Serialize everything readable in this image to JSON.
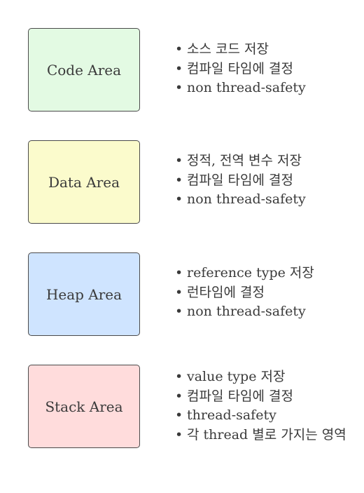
{
  "areas": [
    {
      "label": "Code Area",
      "color": "#e3fae3",
      "notes": [
        "소스 코드 저장",
        "컴파일 타임에 결정",
        "non thread-safety"
      ]
    },
    {
      "label": "Data Area",
      "color": "#fbfbcc",
      "notes": [
        "정적, 전역 변수 저장",
        "컴파일 타임에 결정",
        "non thread-safety"
      ]
    },
    {
      "label": "Heap Area",
      "color": "#cfe4ff",
      "notes": [
        "reference type 저장",
        "런타임에 결정",
        "non thread-safety"
      ]
    },
    {
      "label": "Stack Area",
      "color": "#ffdcdc",
      "notes": [
        "value type 저장",
        "컴파일 타임에 결정",
        "thread-safety",
        "각 thread 별로 가지는 영역"
      ]
    }
  ]
}
